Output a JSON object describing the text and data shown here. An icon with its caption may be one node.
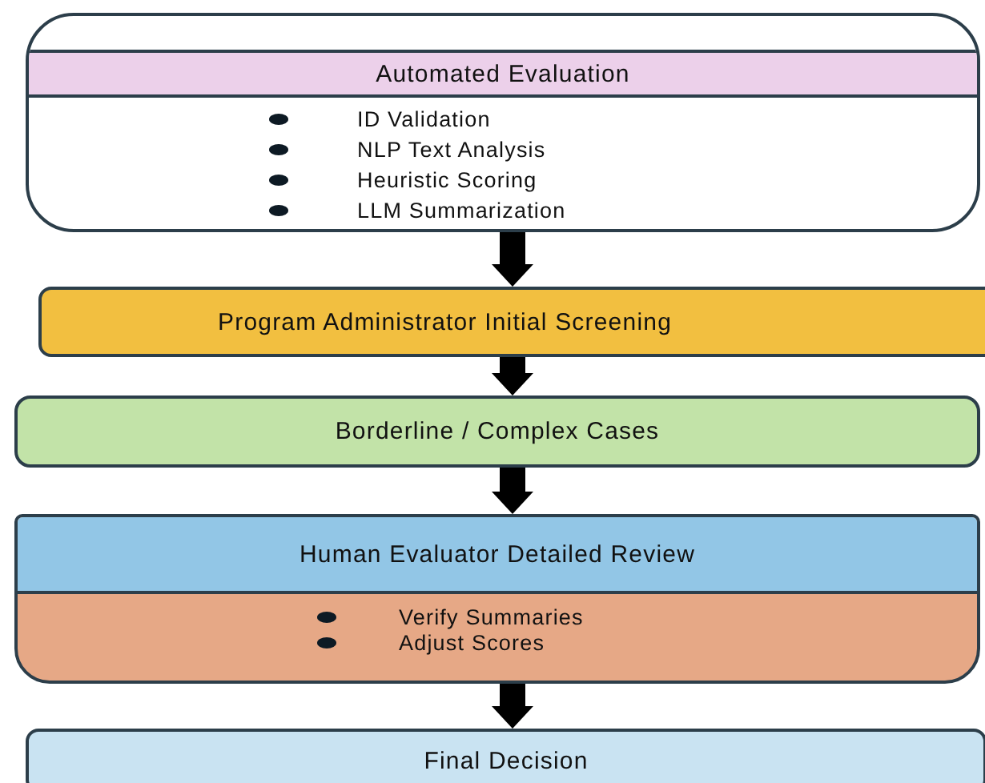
{
  "diagram": {
    "nodes": [
      {
        "text": [
          "Automated Evaluation",
          "ID Validation",
          "NLP Text Analysis",
          "Heuristic Scoring",
          "LLM Summarization"
        ]
      },
      {
        "text": [
          "Program Administrator Initial Screening"
        ]
      },
      {
        "text": [
          "Borderline / Complex Cases"
        ]
      },
      {
        "text": [
          "Human Evaluator Detailed Review",
          "Verify Summaries",
          "Adjust Scores"
        ]
      },
      {
        "text": [
          "Final Decision"
        ]
      }
    ],
    "edges": [
      {
        "from": 0,
        "to": 1,
        "arrow": "to"
      },
      {
        "from": 1,
        "to": 2,
        "arrow": "to"
      },
      {
        "from": 2,
        "to": 3,
        "arrow": "to"
      },
      {
        "from": 3,
        "to": 4,
        "arrow": "to"
      }
    ]
  }
}
